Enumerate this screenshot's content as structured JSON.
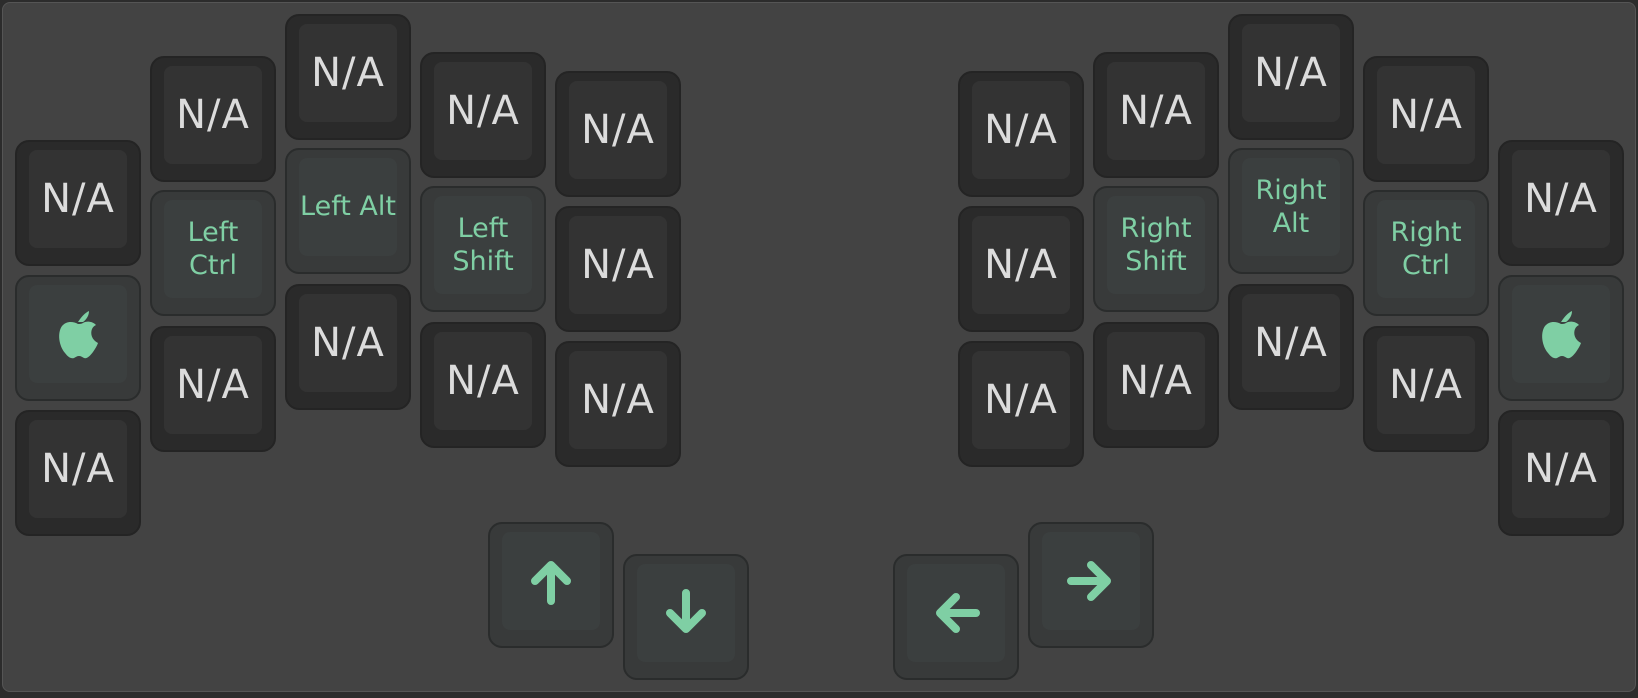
{
  "colors": {
    "board": "#434343",
    "key": "#2a2a2a",
    "accent": "#7fcfa4",
    "text": "#dcdcdc"
  },
  "left_half": {
    "col1": [
      "N/A",
      {
        "icon": "apple-icon"
      },
      "N/A"
    ],
    "col2": [
      "N/A",
      "Left\nCtrl",
      "N/A"
    ],
    "col3": [
      "N/A",
      "Left Alt",
      "N/A"
    ],
    "col4": [
      "N/A",
      "Left\nShift",
      "N/A"
    ],
    "col5": [
      "N/A",
      "N/A",
      "N/A"
    ]
  },
  "right_half": {
    "col1": [
      "N/A",
      "N/A",
      "N/A"
    ],
    "col2": [
      "N/A",
      "Right\nShift",
      "N/A"
    ],
    "col3": [
      "N/A",
      "Right\nAlt",
      "N/A"
    ],
    "col4": [
      "N/A",
      "Right\nCtrl",
      "N/A"
    ],
    "col5": [
      "N/A",
      {
        "icon": "apple-icon"
      },
      "N/A"
    ]
  },
  "arrows": [
    "arrow-up-icon",
    "arrow-down-icon",
    "arrow-left-icon",
    "arrow-right-icon"
  ]
}
